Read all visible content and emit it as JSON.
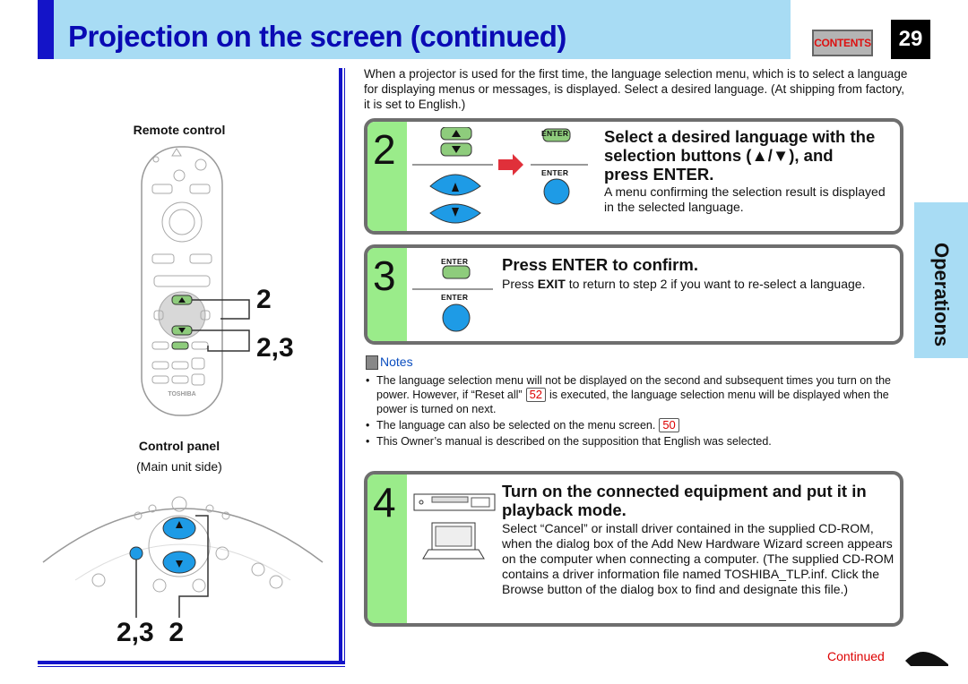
{
  "header": {
    "title": "Projection on the screen (continued)",
    "contents_label": "CONTENTS",
    "page_number": "29"
  },
  "intro": "When a projector is used for the first time, the language selection menu, which is to select a language for displaying menus or messages, is displayed. Select a desired language. (At shipping from factory, it is set to English.)",
  "left": {
    "remote_label": "Remote control",
    "remote_callout_top": "2",
    "remote_callout_bottom": "2,3",
    "panel_label": "Control panel",
    "panel_sublabel": "(Main unit side)",
    "panel_callout": "2,3  2"
  },
  "steps": [
    {
      "number": "2",
      "title": "Select a desired language with the selection buttons (▲/▼), and press ENTER.",
      "title_lines": [
        "Select a desired language with the",
        "selection buttons (▲/▼), and",
        "press ENTER."
      ],
      "body": "A menu confirming the selection result is displayed in the selected language.",
      "enter_label": "ENTER"
    },
    {
      "number": "3",
      "title": "Press ENTER to confirm.",
      "body_pre": "Press ",
      "body_bold": "EXIT",
      "body_post": " to return to step 2 if you want to re-select a language.",
      "enter_label": "ENTER"
    },
    {
      "number": "4",
      "title_lines": [
        "Turn on the connected equipment and put it in",
        "playback mode."
      ],
      "body": "Select “Cancel” or install driver contained in the supplied CD-ROM, when the dialog box of the Add New Hardware Wizard screen appears on the computer when connecting a computer. (The supplied CD-ROM contains a driver information file named TOSHIBA_TLP.inf. Click the Browse button of the dialog box to find and designate this file.)"
    }
  ],
  "notes": {
    "header": "Notes",
    "items": [
      {
        "pre": "The language selection menu will not be displayed on the second and subsequent times you turn on the power. However, if “Reset all”",
        "ref": "52",
        "post": "is executed, the language selection menu will be displayed when the power is turned on next."
      },
      {
        "pre": "The language can also be selected on the menu screen.",
        "ref": "50",
        "post": ""
      },
      {
        "pre": "This Owner’s manual is described on the supposition that English was selected.",
        "ref": "",
        "post": ""
      }
    ]
  },
  "side_tab": "Operations",
  "footer": {
    "continued": "Continued"
  },
  "colors": {
    "accent_blue": "#1414c8",
    "header_band": "#a8dcf4",
    "step_green": "#9aec8a",
    "enter_button": "#1e9be6",
    "link_red": "#d00000"
  }
}
